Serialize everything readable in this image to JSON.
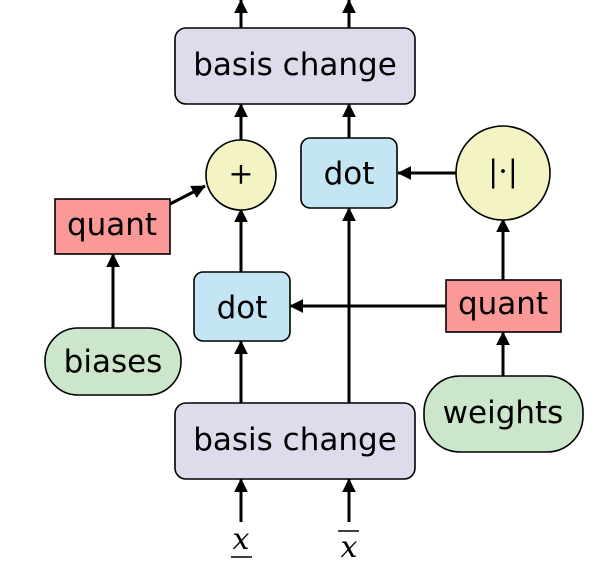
{
  "colors": {
    "basis_fill": "#dcdcec",
    "dot_fill": "#c4e6f4",
    "quant_fill": "#fb9999",
    "input_fill": "#cbe6cb",
    "op_fill": "#f3f3c4"
  },
  "nodes": {
    "basis_top": {
      "label": "basis change"
    },
    "basis_bottom": {
      "label": "basis change"
    },
    "plus": {
      "label": "+"
    },
    "dot_top": {
      "label": "dot"
    },
    "dot_mid": {
      "label": "dot"
    },
    "abs": {
      "label": "|·|"
    },
    "quant_left": {
      "label": "quant"
    },
    "quant_right": {
      "label": "quant"
    },
    "biases": {
      "label": "biases"
    },
    "weights": {
      "label": "weights"
    }
  },
  "inputs": {
    "x_under": "x",
    "x_over": "x"
  }
}
